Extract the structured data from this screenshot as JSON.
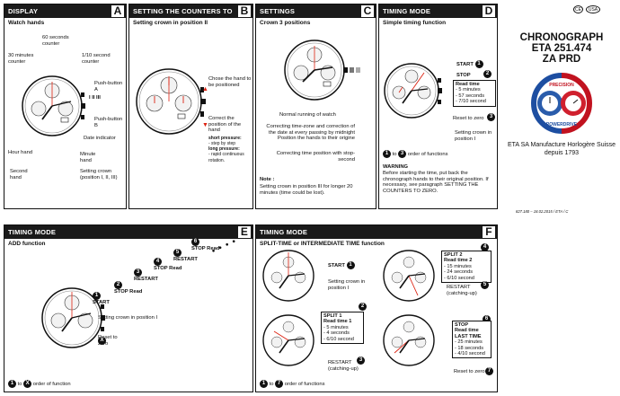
{
  "top_right": {
    "logo1": "CE",
    "logo2": "USA"
  },
  "brand": {
    "line1": "CHRONOGRAPH",
    "line2": "ETA 251.474",
    "line3": "ZA PRD",
    "logo_text_top": "PRECISION",
    "logo_text_bottom": "POWERDRIVE",
    "company": "ETA SA Manufacture Horlogère Suisse",
    "since": "depuis 1793",
    "ref": "827.180 – 18.02.2015 / ETA / C"
  },
  "panelA": {
    "header": "DISPLAY",
    "letter": "A",
    "subtitle": "Watch hands",
    "lbl_60s": "60 seconds counter",
    "lbl_30m": "30 minutes counter",
    "lbl_110": "1/10 second counter",
    "lbl_pa": "Push-button A",
    "lbl_pb": "Push-button B",
    "lbl_date": "Date indicator",
    "lbl_min": "Minute hand",
    "lbl_hour": "Hour hand",
    "lbl_sec": "Second hand",
    "lbl_crown": "Setting crown (position I, II, III)",
    "pos": "I II III"
  },
  "panelB": {
    "header": "SETTING THE COUNTERS TO ZERO",
    "letter": "B",
    "subtitle": "Setting crown in position II",
    "choose": "Chose the hand to be positioned",
    "correct": "Correct the position of the hand",
    "short": "short pressure:",
    "short2": "- step by step",
    "long": "long pressure:",
    "long2": "- rapid continuous rotation."
  },
  "panelC": {
    "header": "SETTINGS",
    "letter": "C",
    "subtitle": "Crown 3 positions",
    "normal": "Normal running of watch",
    "correcting1": "Correcting time-zone and correction of the date at every passing by midnight Position the hands to their origine",
    "correcting2": "Correcting time position with stop-second",
    "note_title": "Note :",
    "note": "Setting crown in position III for longer 20 minutes (time could be lost)."
  },
  "panelD": {
    "header": "TIMING MODE",
    "letter": "D",
    "subtitle": "Simple timing function",
    "start": "START",
    "stop": "STOP",
    "read": "Read time",
    "r1": "- 5 minutes",
    "r2": "- 57 seconds",
    "r3": "- 7/10 second",
    "reset": "Reset to zero",
    "crown": "Setting crown in position I",
    "order": "to",
    "order2": "order of functions",
    "n1": "1",
    "n2": "2",
    "n3": "3",
    "warning_title": "WARNING",
    "warning": "Before starting the time, put back the chronograph hands to their original position. If necessary, see paragraph SETTING THE COUNTERS TO ZERO."
  },
  "panelE": {
    "header": "TIMING MODE",
    "letter": "E",
    "subtitle": "ADD function",
    "s1": "START",
    "s2": "STOP Read",
    "s3": "RESTART",
    "s4": "STOP Read",
    "s5": "RESTART",
    "s6": "STOP Read",
    "crown": "Setting crown in position I",
    "reset": "Reset to zero",
    "order": "to",
    "order2": "order of function",
    "n1": "1",
    "n2": "2",
    "n3": "3",
    "n4": "4",
    "n5": "5",
    "n6": "6",
    "nx": "X"
  },
  "panelF": {
    "header": "TIMING MODE",
    "letter": "F",
    "subtitle": "SPLIT-TIME or INTERMEDIATE TIME function",
    "start": "START",
    "crown": "Setting crown in position I",
    "split1": "SPLIT 1",
    "read1": "Read time 1",
    "r1a": "- 5 minutes",
    "r1b": "- 4 seconds",
    "r1c": "- 6/10 second",
    "restart1": "RESTART (catching-up)",
    "split2": "SPLIT 2",
    "read2": "Read time 2",
    "r2a": "- 15 minutes",
    "r2b": "- 24 seconds",
    "r2c": "- 6/10 second",
    "restart2": "RESTART (catching-up)",
    "stop": "STOP",
    "read3": "Read time LAST TIME",
    "r3a": "- 25 minutes",
    "r3b": "- 18 seconds",
    "r3c": "- 4/10 second",
    "reset": "Reset to zero",
    "order": "to",
    "order2": "order of functions",
    "n1": "1",
    "n2": "2",
    "n3": "3",
    "n4": "4",
    "n5": "5",
    "n6": "6",
    "n7": "7"
  }
}
